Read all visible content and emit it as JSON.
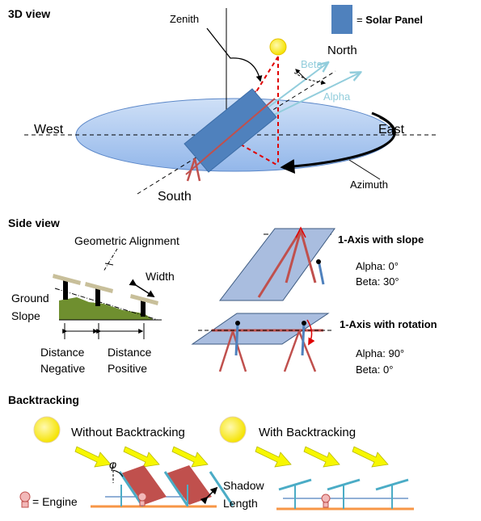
{
  "sections": {
    "view3d": "3D view",
    "side": "Side view",
    "backtracking": "Backtracking"
  },
  "legend": {
    "equals": "= ",
    "solar_panel": "Solar Panel",
    "engine": "= Engine"
  },
  "view3d": {
    "zenith": "Zenith",
    "north": "North",
    "west": "West",
    "east": "East",
    "south": "South",
    "beta": "Beta",
    "alpha": "Alpha",
    "azimuth": "Azimuth"
  },
  "side": {
    "geometric_alignment": "Geometric Alignment",
    "width": "Width",
    "ground": "Ground",
    "slope": "Slope",
    "distance_negative_1": "Distance",
    "distance_negative_2": "Negative",
    "distance_positive_1": "Distance",
    "distance_positive_2": "Positive"
  },
  "axis_slope": {
    "title": "1-Axis with slope",
    "alpha": "Alpha: 0°",
    "beta": "Beta: 30°"
  },
  "axis_rotation": {
    "title": "1-Axis with rotation",
    "alpha": "Alpha: 90°",
    "beta": "Beta: 0°"
  },
  "backtrack": {
    "without": "Without Backtracking",
    "with": "With Backtracking",
    "phi": "φ",
    "shadow": "Shadow",
    "length": "Length"
  },
  "colors": {
    "panel": "#4f81bd",
    "sun": "#ffe600",
    "beam": "#92cddc",
    "ground_slope": "#6f8f2f",
    "red": "#c0504d",
    "rail": "#f79646"
  }
}
